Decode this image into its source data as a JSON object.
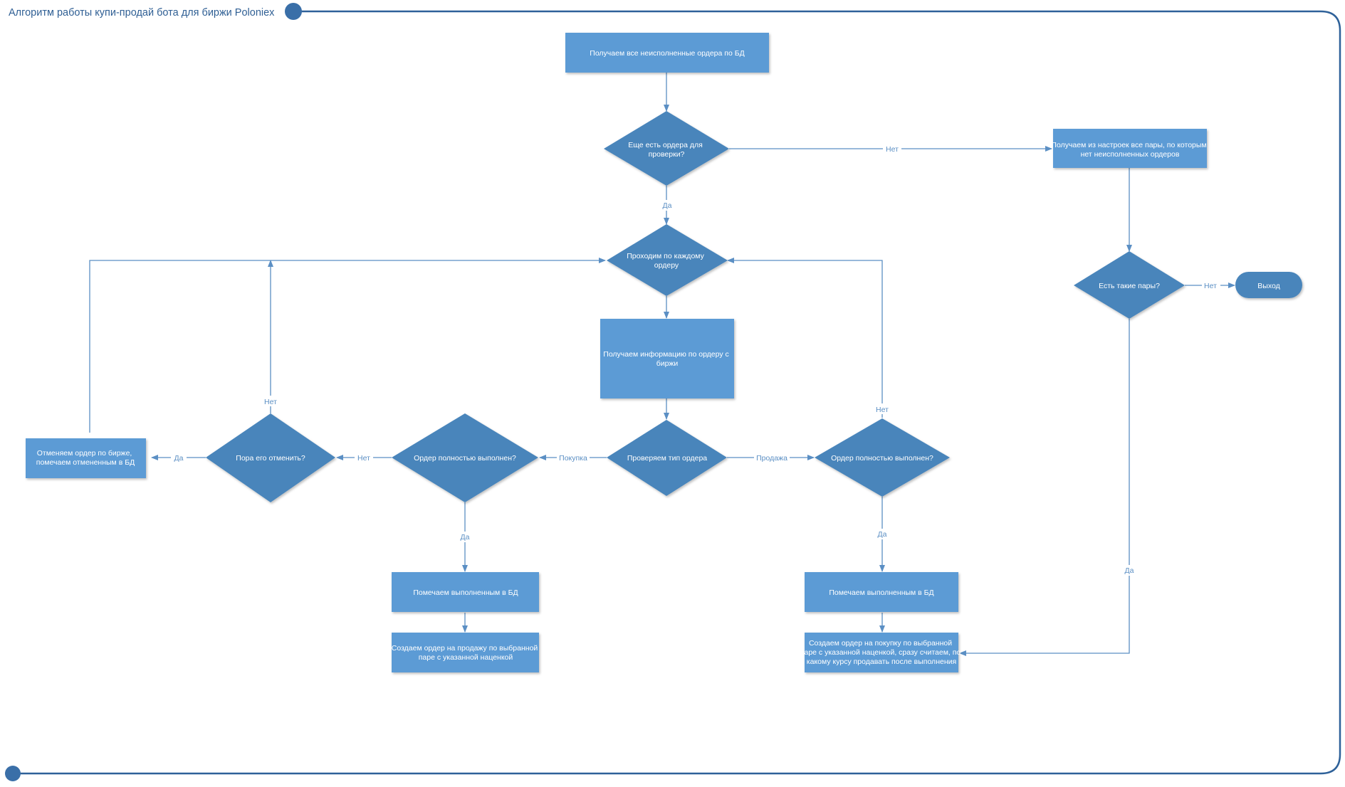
{
  "title": "Алгоритм работы купи-продай бота для биржи Poloniex",
  "colors": {
    "frame": "#2e6199",
    "node_fill": "#5b9bd5",
    "decision_fill": "#4a85bb",
    "connector": "#5b8fc4",
    "node_text": "#ffffff"
  },
  "nodes": {
    "get_orders": {
      "lines": [
        "Получаем все неисполненные ордера по БД"
      ]
    },
    "more_orders": {
      "lines": [
        "Еще есть ордера для",
        "проверки?"
      ]
    },
    "get_pairs": {
      "lines": [
        "Получаем из настроек все пары, по которым",
        "нет неисполненных ордеров"
      ]
    },
    "each_order": {
      "lines": [
        "Проходим по каждому",
        "ордеру"
      ]
    },
    "get_info": {
      "lines": [
        "Получаем информацию по ордеру с",
        "биржи"
      ]
    },
    "check_type": {
      "lines": [
        "Проверяем тип ордера"
      ]
    },
    "buy_filled": {
      "lines": [
        "Ордер полностью выполнен?"
      ]
    },
    "sell_filled": {
      "lines": [
        "Ордер полностью выполнен?"
      ]
    },
    "cancel_time": {
      "lines": [
        "Пора его отменить?"
      ]
    },
    "cancel_order": {
      "lines": [
        "Отменяем ордер по бирже,",
        "помечаем отмененным в БД"
      ]
    },
    "mark_done_buy": {
      "lines": [
        "Помечаем выполненным в БД"
      ]
    },
    "create_sell": {
      "lines": [
        "Создаем ордер на продажу по выбранной",
        "паре с указанной наценкой"
      ]
    },
    "mark_done_sell": {
      "lines": [
        "Помечаем выполненным в БД"
      ]
    },
    "create_buy": {
      "lines": [
        "Создаем ордер на покупку по выбранной",
        "паре с указанной наценкой, сразу считаем, по",
        "какому курсу продавать после выполнения"
      ]
    },
    "pairs_exist": {
      "lines": [
        "Есть такие пары?"
      ]
    },
    "exit": {
      "lines": [
        "Выход"
      ]
    }
  },
  "edge_labels": {
    "more_no": "Нет",
    "more_yes": "Да",
    "type_buy": "Покупка",
    "type_sell": "Продажа",
    "buy_filled_no": "Нет",
    "buy_filled_yes": "Да",
    "cancel_yes": "Да",
    "cancel_no": "Нет",
    "sell_filled_no": "Нет",
    "sell_filled_yes": "Да",
    "pairs_no": "Нет",
    "pairs_yes": "Да"
  }
}
